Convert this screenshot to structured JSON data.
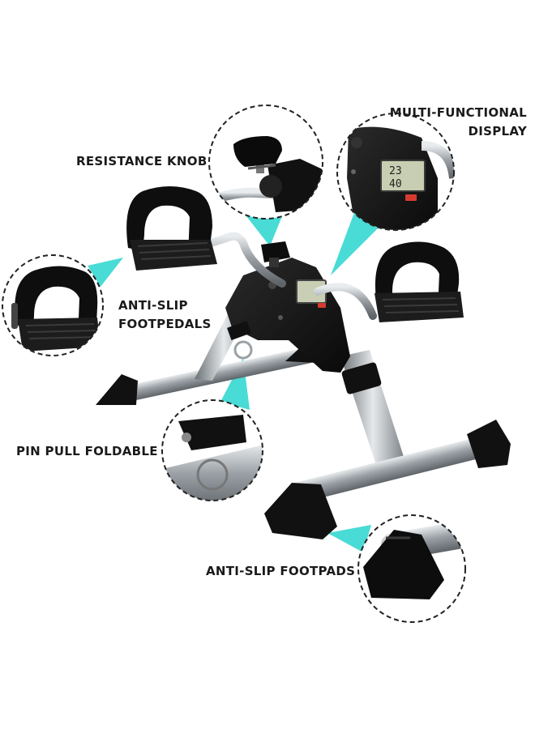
{
  "labels": {
    "resistance_knob": "RESISTANCE KNOB",
    "multi_functional_display": [
      "MULTI-FUNCTIONAL",
      "DISPLAY"
    ],
    "anti_slip_footpedals": [
      "ANTI-SLIP",
      "FOOTPEDALS"
    ],
    "pin_pull_foldable": "PIN PULL FOLDABLE",
    "anti_slip_footpads": "ANTI-SLIP FOOTPADS"
  },
  "display_readout": {
    "line1": "23",
    "line2": "40"
  },
  "colors": {
    "pointer": "#3fd9d3",
    "frame": "#111111",
    "steel": "#b8bcc0",
    "text": "#1a1a1a"
  },
  "icons": {
    "product": "mini-pedal-exerciser"
  }
}
